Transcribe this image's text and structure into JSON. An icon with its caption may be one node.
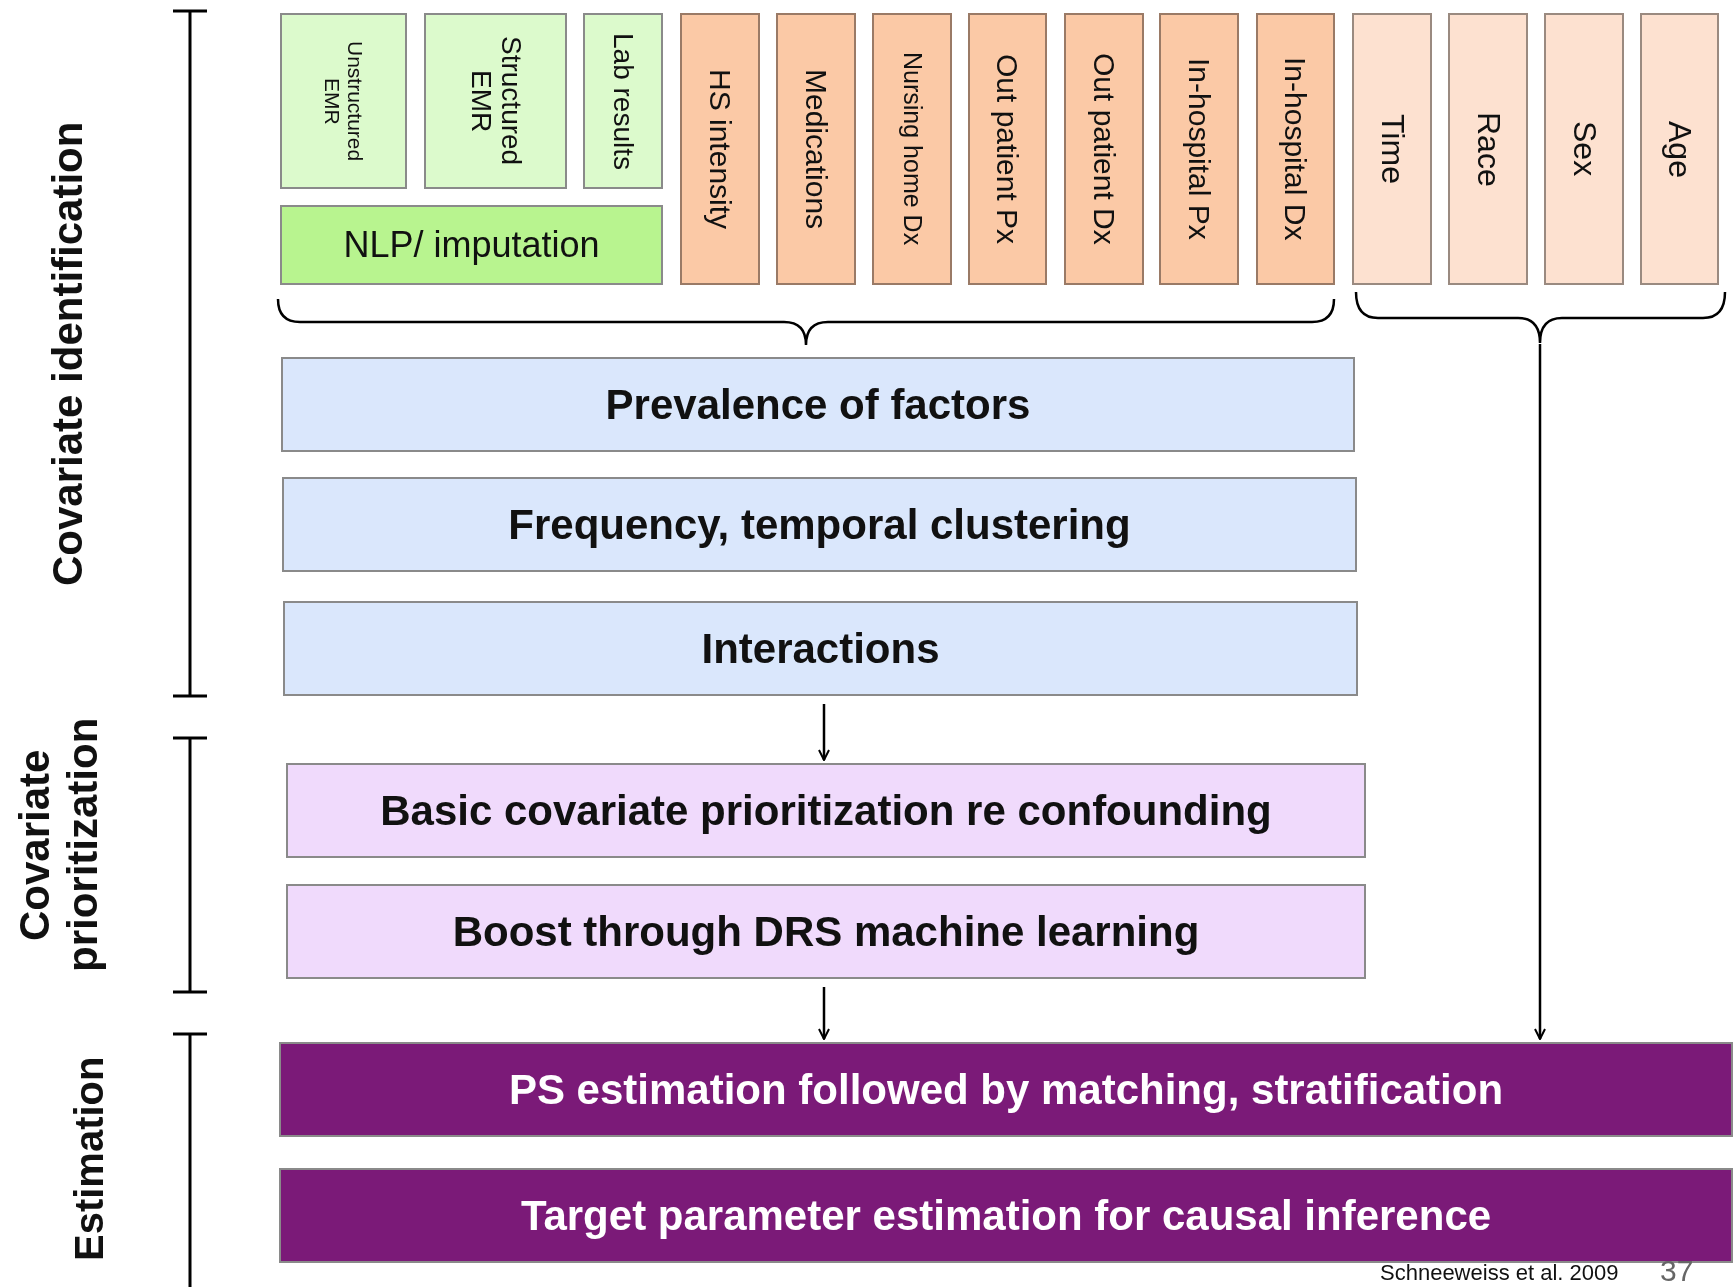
{
  "diagram": {
    "nodes": [
      {
        "text": [
          "Unstructured EMR"
        ]
      },
      {
        "text": [
          "Structured EMR"
        ]
      },
      {
        "text": [
          "Lab results"
        ]
      },
      {
        "text": [
          "NLP/ imputation"
        ]
      },
      {
        "text": [
          "HS intensity"
        ]
      },
      {
        "text": [
          "Medications"
        ]
      },
      {
        "text": [
          "Nursing home Dx"
        ]
      },
      {
        "text": [
          "Out patient Px"
        ]
      },
      {
        "text": [
          "Out patient Dx"
        ]
      },
      {
        "text": [
          "In-hospital Px"
        ]
      },
      {
        "text": [
          "In-hospital Dx"
        ]
      },
      {
        "text": [
          "Time"
        ]
      },
      {
        "text": [
          "Race"
        ]
      },
      {
        "text": [
          "Sex"
        ]
      },
      {
        "text": [
          "Age"
        ]
      },
      {
        "text": [],
        "shape": "brace"
      },
      {
        "text": [
          "Prevalence of factors"
        ]
      },
      {
        "text": [
          "Frequency, temporal clustering"
        ]
      },
      {
        "text": [
          "Interactions"
        ]
      },
      {
        "text": [
          "Basic covariate prioritization re confounding"
        ]
      },
      {
        "text": [
          "Boost through DRS machine learning"
        ]
      },
      {
        "text": [
          "PS estimation followed by matching, stratification"
        ]
      },
      {
        "text": [
          "Target parameter estimation for causal inference"
        ]
      }
    ],
    "edges": [
      {
        "from": 18,
        "to": 19,
        "arrow": "to"
      },
      {
        "from": 20,
        "to": 21,
        "arrow": "to"
      },
      {
        "from": 15,
        "to": 21,
        "arrow": "to"
      }
    ],
    "labels": [
      "Covariate identification",
      "Covariate prioritization",
      "Estimation",
      "37",
      "Schneeweiss et al. 2009"
    ]
  }
}
